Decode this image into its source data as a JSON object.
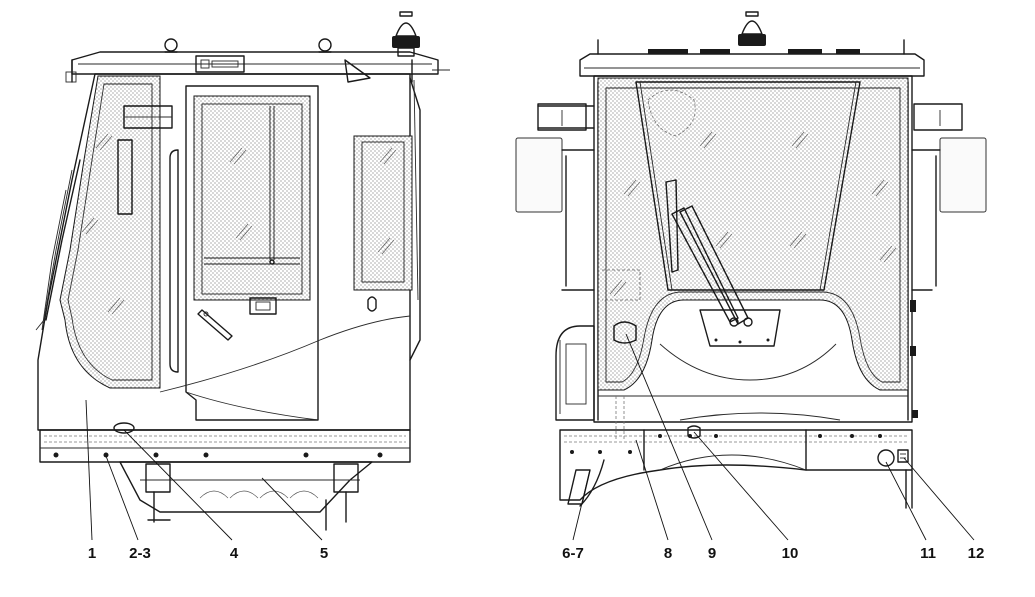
{
  "callouts": [
    {
      "id": "c1",
      "label": "1"
    },
    {
      "id": "c2",
      "label": "2-3"
    },
    {
      "id": "c3",
      "label": "4"
    },
    {
      "id": "c4",
      "label": "5"
    },
    {
      "id": "c5",
      "label": "6-7"
    },
    {
      "id": "c6",
      "label": "8"
    },
    {
      "id": "c7",
      "label": "9"
    },
    {
      "id": "c8",
      "label": "10"
    },
    {
      "id": "c9",
      "label": "11"
    },
    {
      "id": "c10",
      "label": "12"
    }
  ]
}
